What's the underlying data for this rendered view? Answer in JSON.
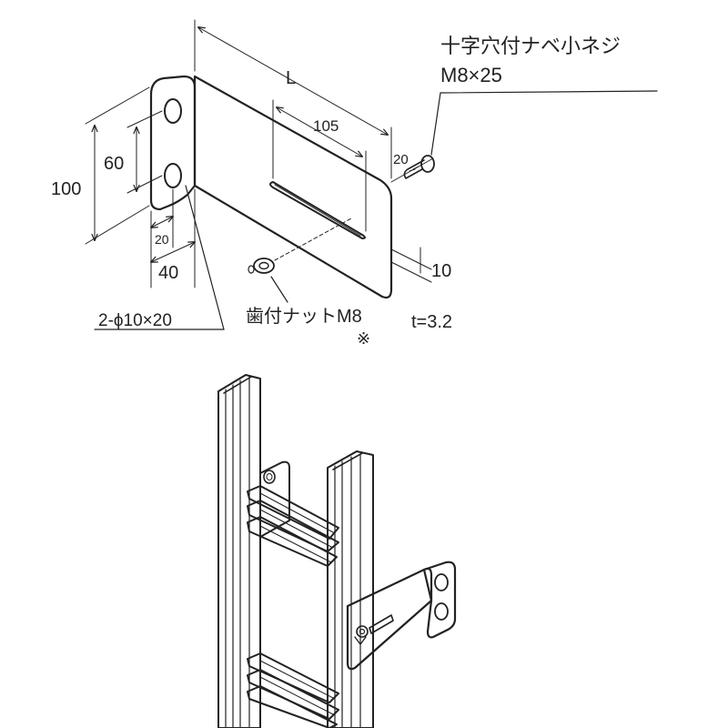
{
  "labels": {
    "length": "L",
    "slot_length": "105",
    "width_total": "100",
    "hole_pitch": "60",
    "hole_edge": "20",
    "hole_offset": "40",
    "screw_len": "20",
    "slot_edge": "10",
    "holes": "2-ϕ10×20",
    "screw_name": "十字穴付ナベ小ネジ",
    "screw_size": "M8×25",
    "nut": "歯付ナットM8",
    "note_mark": "※",
    "thickness": "t=3.2"
  },
  "colors": {
    "line": "#222222",
    "background": "#ffffff",
    "metal_fill": "#f4f4f4",
    "rail_fill": "#e9e9e9"
  }
}
